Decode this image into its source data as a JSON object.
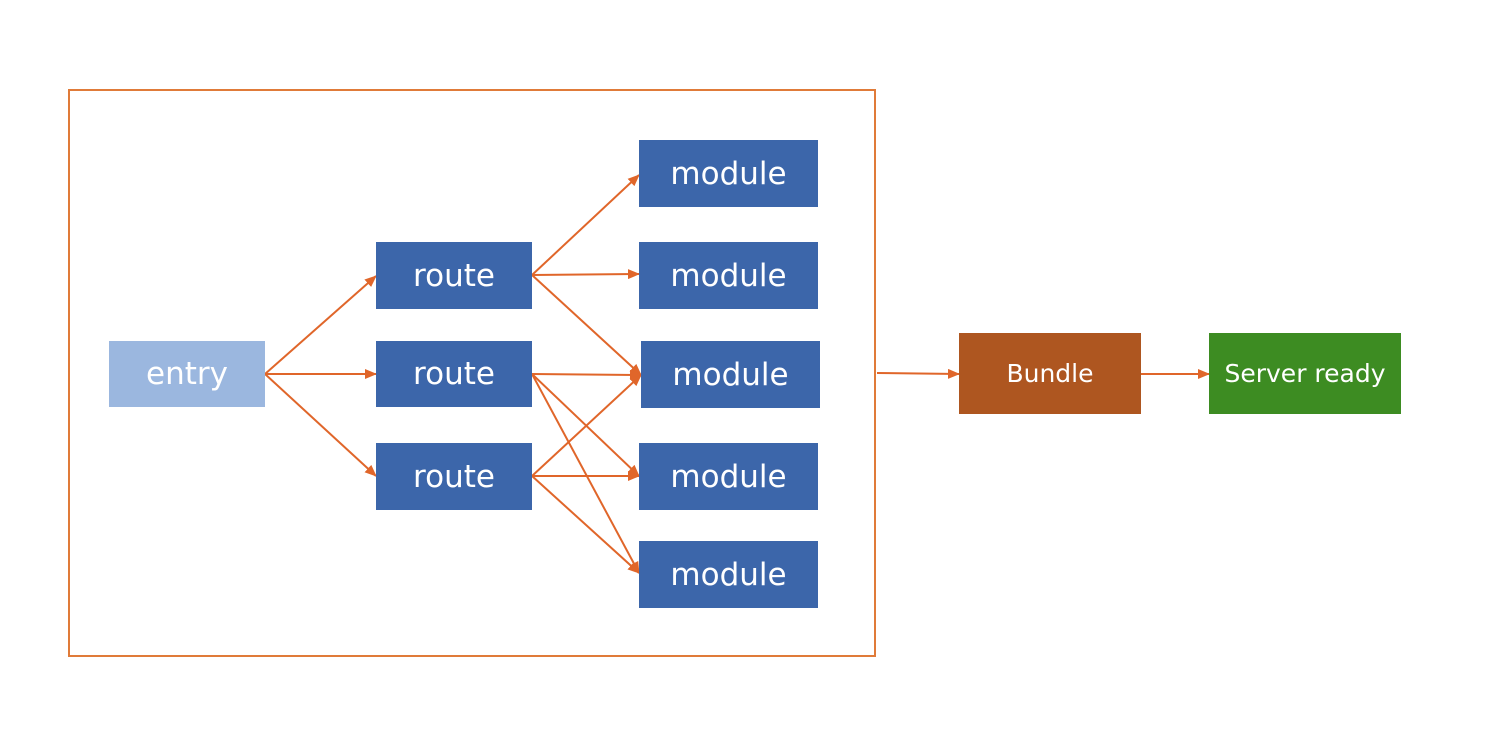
{
  "colors": {
    "frame": "#E07B39",
    "edge": "#E0662A",
    "entry_fill": "#9BB7DF",
    "route_fill": "#3C66AA",
    "module_fill": "#3C66AA",
    "bundle_fill": "#AE5620",
    "server_fill": "#3D8C22",
    "text": "#FFFFFF"
  },
  "nodes": {
    "entry": "entry",
    "routes": [
      "route",
      "route",
      "route"
    ],
    "modules": [
      "module",
      "module",
      "module",
      "module",
      "module"
    ],
    "bundle": "Bundle",
    "server": "Server ready"
  },
  "edges": [
    {
      "from": "entry",
      "to": "route-1"
    },
    {
      "from": "entry",
      "to": "route-2"
    },
    {
      "from": "entry",
      "to": "route-3"
    },
    {
      "from": "route-1",
      "to": "module-1"
    },
    {
      "from": "route-1",
      "to": "module-2"
    },
    {
      "from": "route-1",
      "to": "module-3"
    },
    {
      "from": "route-2",
      "to": "module-3"
    },
    {
      "from": "route-2",
      "to": "module-4"
    },
    {
      "from": "route-2",
      "to": "module-5"
    },
    {
      "from": "route-3",
      "to": "module-3"
    },
    {
      "from": "route-3",
      "to": "module-4"
    },
    {
      "from": "route-3",
      "to": "module-5"
    },
    {
      "from": "group",
      "to": "bundle"
    },
    {
      "from": "bundle",
      "to": "server"
    }
  ]
}
